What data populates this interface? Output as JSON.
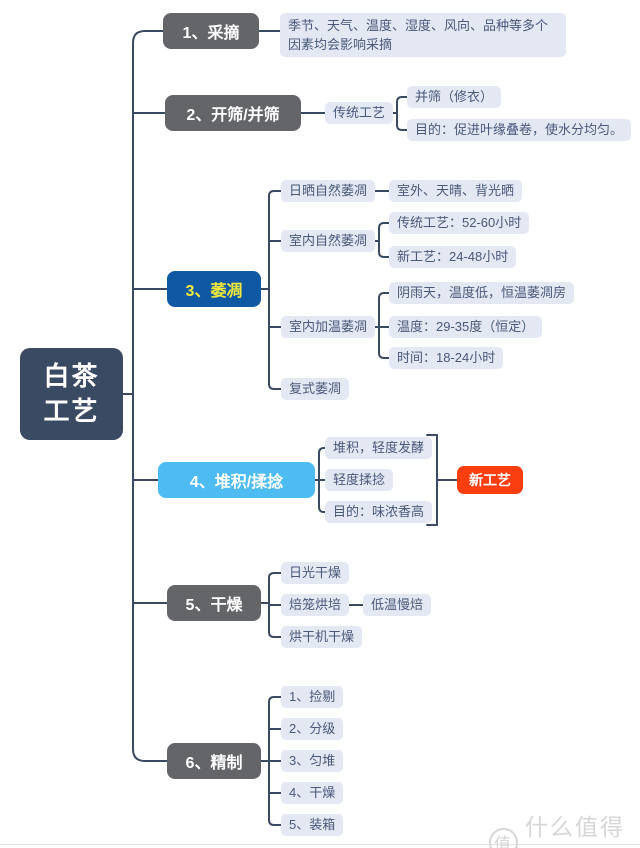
{
  "root": {
    "label": "白茶\n工艺"
  },
  "branches": [
    {
      "label": "1、采摘",
      "children": [
        {
          "label": "季节、天气、温度、湿度、风向、品种等多个因素均会影响采摘"
        }
      ]
    },
    {
      "label": "2、开筛/并筛",
      "children": [
        {
          "label": "传统工艺",
          "children": [
            {
              "label": "并筛（修衣）"
            },
            {
              "label": "目的：促进叶缘叠卷，使水分均匀。"
            }
          ]
        }
      ]
    },
    {
      "label": "3、萎凋",
      "children": [
        {
          "label": "日晒自然萎凋",
          "children": [
            {
              "label": "室外、天晴、背光晒"
            }
          ]
        },
        {
          "label": "室内自然萎凋",
          "children": [
            {
              "label": "传统工艺：52-60小时"
            },
            {
              "label": "新工艺：24-48小时"
            }
          ]
        },
        {
          "label": "室内加温萎凋",
          "children": [
            {
              "label": "阴雨天，温度低，恒温萎凋房"
            },
            {
              "label": "温度：29-35度（恒定）"
            },
            {
              "label": "时间：18-24小时"
            }
          ]
        },
        {
          "label": "复式萎凋"
        }
      ]
    },
    {
      "label": "4、堆积/揉捻",
      "children": [
        {
          "label": "堆积，轻度发酵"
        },
        {
          "label": "轻度揉捻"
        },
        {
          "label": "目的：味浓香高"
        }
      ],
      "callout": {
        "label": "新工艺"
      }
    },
    {
      "label": "5、干燥",
      "children": [
        {
          "label": "日光干燥"
        },
        {
          "label": "焙笼烘培",
          "children": [
            {
              "label": "低温慢焙"
            }
          ]
        },
        {
          "label": "烘干机干燥"
        }
      ]
    },
    {
      "label": "6、精制",
      "children": [
        {
          "label": "1、捡剔"
        },
        {
          "label": "2、分级"
        },
        {
          "label": "3、匀堆"
        },
        {
          "label": "4、干燥"
        },
        {
          "label": "5、装箱"
        }
      ]
    }
  ],
  "watermark": {
    "badge": "值",
    "text": "什么值得买"
  },
  "colors": {
    "root_bg": "#3b4a63",
    "branch_bg": "#636569",
    "wilting_bg": "#0f58a3",
    "wilting_text": "#f2e93a",
    "pile_bg": "#4ebcf2",
    "callout_bg": "#fa3e10",
    "leaf_bg": "#e3e8f2",
    "leaf_text": "#49597a",
    "line": "#3b4a63",
    "watermark": "#d6d6d6"
  }
}
